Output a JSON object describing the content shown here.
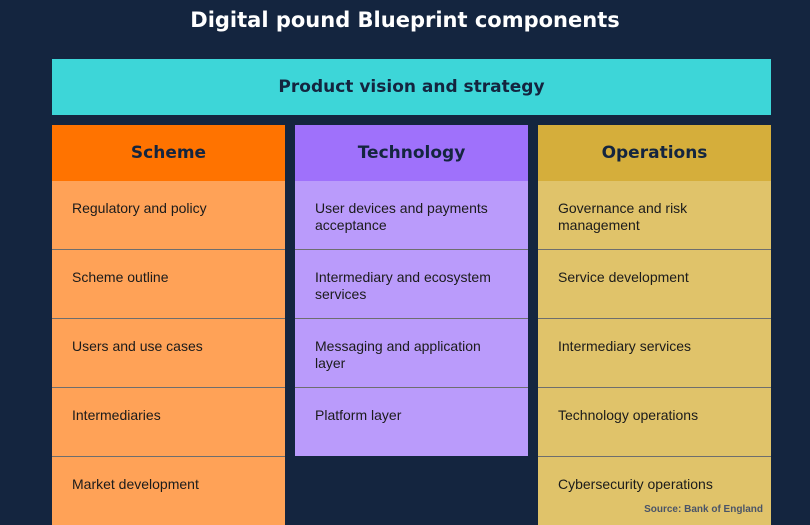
{
  "title": "Digital pound Blueprint components",
  "banner": "Product vision and strategy",
  "columns": [
    {
      "header": "Scheme",
      "header_color": "#ff7300",
      "row_color": "#ffa257",
      "rows": [
        "Regulatory and policy",
        "Scheme outline",
        "Users and use cases",
        "Intermediaries",
        "Market development"
      ]
    },
    {
      "header": "Technology",
      "header_color": "#9f71fb",
      "row_color": "#ba9bfb",
      "rows": [
        "User devices and payments acceptance",
        "Intermediary and ecosystem services",
        "Messaging and application layer",
        "Platform layer"
      ]
    },
    {
      "header": "Operations",
      "header_color": "#d5ae3b",
      "row_color": "#e0c36a",
      "rows": [
        "Governance and risk management",
        "Service development",
        "Intermediary services",
        "Technology operations",
        "Cybersecurity operations"
      ]
    }
  ],
  "source": "Source: Bank of England"
}
